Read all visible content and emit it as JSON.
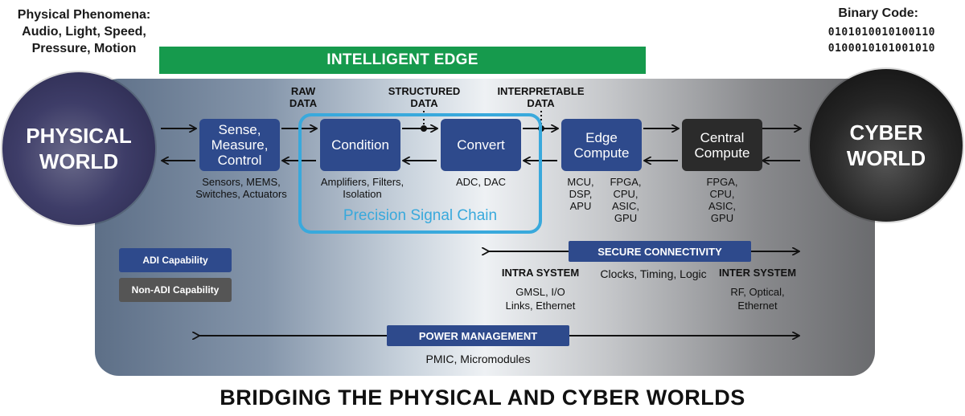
{
  "top_left": {
    "line1": "Physical Phenomena:",
    "line2": "Audio, Light, Speed,",
    "line3": "Pressure, Motion"
  },
  "top_right": {
    "title": "Binary Code:",
    "line1": "0101010010100110",
    "line2": "0100010101001010"
  },
  "intelligent_edge": "INTELLIGENT EDGE",
  "physical_world": {
    "line1": "PHYSICAL",
    "line2": "WORLD"
  },
  "cyber_world": {
    "line1": "CYBER",
    "line2": "WORLD"
  },
  "data_labels": {
    "raw": {
      "line1": "RAW",
      "line2": "DATA"
    },
    "structured": {
      "line1": "STRUCTURED",
      "line2": "DATA"
    },
    "interpretable": {
      "line1": "INTERPRETABLE",
      "line2": "DATA"
    }
  },
  "blocks": {
    "sense": {
      "line1": "Sense,",
      "line2": "Measure,",
      "line3": "Control",
      "sub1": "Sensors, MEMS,",
      "sub2": "Switches, Actuators"
    },
    "condition": {
      "label": "Condition",
      "sub1": "Amplifiers, Filters,",
      "sub2": "Isolation"
    },
    "convert": {
      "label": "Convert",
      "sub1": "ADC, DAC"
    },
    "edge_compute": {
      "line1": "Edge",
      "line2": "Compute",
      "sub_left": [
        "MCU,",
        "DSP,",
        "APU"
      ],
      "sub_right": [
        "FPGA,",
        "CPU,",
        "ASIC,",
        "GPU"
      ]
    },
    "central_compute": {
      "line1": "Central",
      "line2": "Compute",
      "sub": [
        "FPGA,",
        "CPU,",
        "ASIC,",
        "GPU"
      ]
    }
  },
  "precision_signal_chain": "Precision Signal Chain",
  "legend": {
    "adi": "ADI Capability",
    "non_adi": "Non-ADI Capability"
  },
  "secure_connectivity": {
    "title": "SECURE CONNECTIVITY",
    "intra_title": "INTRA SYSTEM",
    "intra_line1": "GMSL, I/O",
    "intra_line2": "Links, Ethernet",
    "center": "Clocks, Timing, Logic",
    "inter_title": "INTER SYSTEM",
    "inter_line1": "RF, Optical,",
    "inter_line2": "Ethernet"
  },
  "power_management": {
    "title": "POWER MANAGEMENT",
    "sub": "PMIC, Micromodules"
  },
  "footer_title": "BRIDGING THE PHYSICAL AND CYBER WORLDS",
  "colors": {
    "adi_blue": "#2e4a8c",
    "non_adi_gray": "#555555",
    "edge_green": "#169a4d",
    "signal_chain_blue": "#39a9dc"
  }
}
